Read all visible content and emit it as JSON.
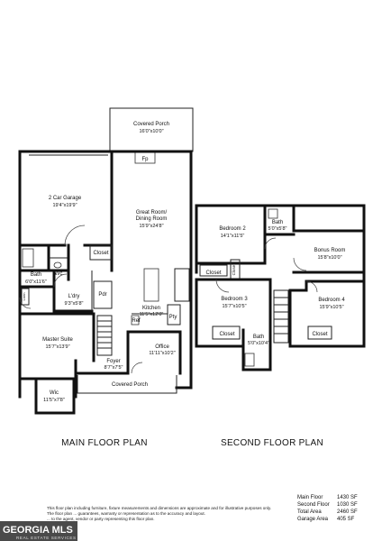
{
  "main_floor": {
    "title": "MAIN FLOOR PLAN",
    "rooms": {
      "covered_porch_back": {
        "name": "Covered Porch",
        "dim": "16'0\"x10'0\""
      },
      "fireplace": {
        "name": "Fp"
      },
      "garage": {
        "name": "2 Car Garage",
        "dim": "19'4\"x19'9\""
      },
      "great_room": {
        "name": "Great Room/",
        "name2": "Dining Room",
        "dim": "15'9\"x24'8\""
      },
      "closet": {
        "name": "Closet"
      },
      "bath": {
        "name": "Bath",
        "dim": "6'0\"x11'6\""
      },
      "wc": {
        "name": "Wc"
      },
      "laundry": {
        "name": "L'dry",
        "dim": "9'3\"x5'8\""
      },
      "pantry_dr": {
        "name": "Pdr"
      },
      "kitchen": {
        "name": "Kitchen",
        "dim": "11'5\"x12'0\""
      },
      "pty": {
        "name": "Pty"
      },
      "ref": {
        "name": "Ref"
      },
      "linen": {
        "name": "Lnen"
      },
      "master": {
        "name": "Master Suite",
        "dim": "15'7\"x13'9\""
      },
      "office": {
        "name": "Office",
        "dim": "11'11\"x10'2\""
      },
      "foyer": {
        "name": "Foyer",
        "dim": "8'7\"x7'5\""
      },
      "covered_porch_front": {
        "name": "Covered Porch"
      },
      "wic": {
        "name": "Wic",
        "dim": "11'5\"x7'8\""
      }
    }
  },
  "second_floor": {
    "title": "SECOND FLOOR PLAN",
    "rooms": {
      "bedroom2": {
        "name": "Bedroom 2",
        "dim": "14'1\"x11'5\""
      },
      "bath_upper": {
        "name": "Bath",
        "dim": "5'0\"x5'8\""
      },
      "bonus": {
        "name": "Bonus Room",
        "dim": "15'8\"x10'0\""
      },
      "closet_a": {
        "name": "Closet"
      },
      "closet_b": {
        "name": "Closet"
      },
      "bedroom3": {
        "name": "Bedroom 3",
        "dim": "15'7\"x10'5\""
      },
      "bedroom4": {
        "name": "Bedroom 4",
        "dim": "15'9\"x10'5\""
      },
      "closet_c": {
        "name": "Closet"
      },
      "closet_d": {
        "name": "Closet"
      },
      "bath_lower": {
        "name": "Bath",
        "dim": "5'0\"x10'4\""
      }
    }
  },
  "disclaimer": {
    "line1": "This floor plan including furniture, fixture measurements and dimensions are approximate and for illustrative purposes only.",
    "line2": "The floor plan ... guarantees, warranty or representation as to the accuracy and layout.",
    "line3": "... to the agent, vendor or party representing this floor plan."
  },
  "areas": [
    {
      "label": "Main Floor",
      "value": "1430 SF"
    },
    {
      "label": "Second Floor",
      "value": "1030 SF"
    },
    {
      "label": "Total Area",
      "value": "2460 SF"
    },
    {
      "label": "Garage Area",
      "value": "405 SF"
    }
  ],
  "logo": {
    "text": "GEORGIA MLS",
    "tagline": "REAL ESTATE SERVICES"
  }
}
